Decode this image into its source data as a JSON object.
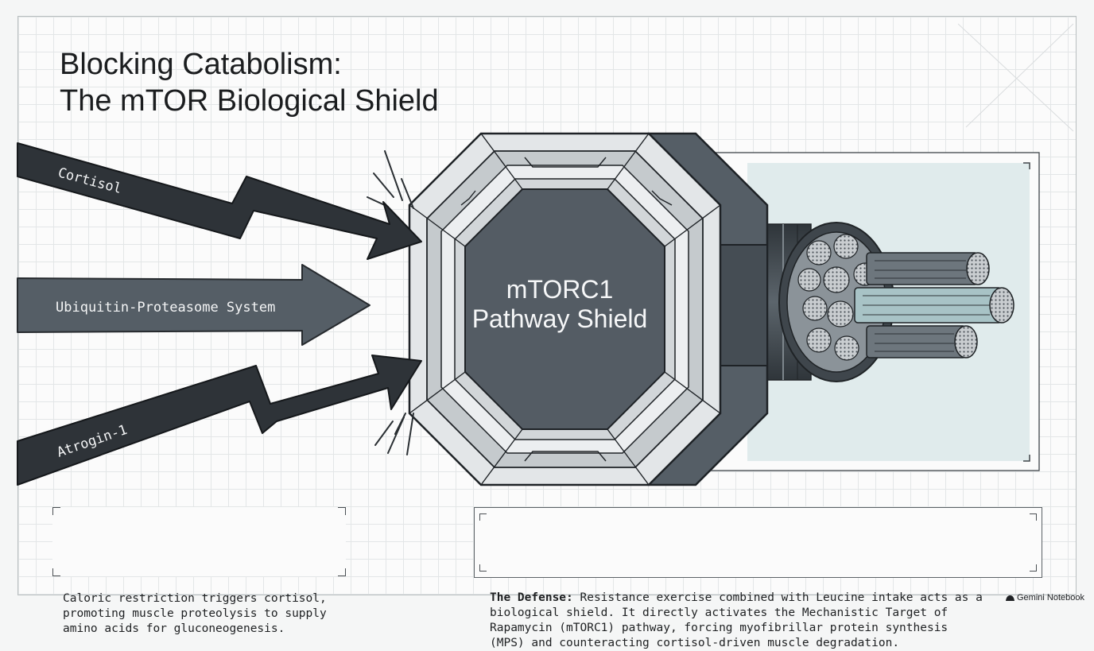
{
  "title": {
    "line1": "Blocking Catabolism:",
    "line2": "The mTOR Biological Shield"
  },
  "arrows": [
    {
      "label": "Cortisol"
    },
    {
      "label": "Ubiquitin-Proteasome System"
    },
    {
      "label": "Atrogin-1"
    }
  ],
  "shield": {
    "line1": "mTORC1",
    "line2": "Pathway Shield"
  },
  "notes": {
    "left": "Caloric restriction triggers cortisol,\npromoting muscle proteolysis to supply\namino acids for gluconeogenesis.",
    "right_bold": "The Defense:",
    "right_text": " Resistance exercise combined with Leucine intake acts as a\nbiological shield. It directly activates the Mechanistic Target of\nRapamycin (mTORC1) pathway, forcing myofibrillar protein synthesis\n(MPS) and counteracting cortisol-driven muscle degradation."
  },
  "watermark": "Gemini Notebook",
  "colors": {
    "arrow_dark": "#2e3338",
    "arrow_mid": "#555e66",
    "shield_core": "#545c64",
    "shield_light": "#e3e6e8",
    "muscle_glow": "#dbe8e9"
  }
}
